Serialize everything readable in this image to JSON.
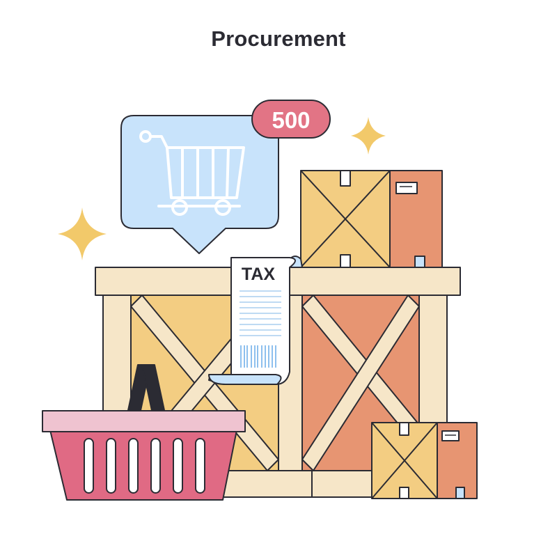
{
  "title": "Procurement",
  "badge": {
    "count": "500"
  },
  "receipt": {
    "label": "TAX"
  },
  "icons": {
    "cart": "shopping-cart-icon",
    "basket": "shopping-basket-icon",
    "sparkles": "sparkle-icon"
  },
  "colors": {
    "outline": "#2b2b33",
    "bubble": "#c8e3fb",
    "badge": "#e27485",
    "crate_light": "#f6e6c8",
    "box_yellow": "#f3cd82",
    "box_orange": "#e79572",
    "basket_pink": "#e06a84",
    "sparkle": "#f2c96a"
  }
}
